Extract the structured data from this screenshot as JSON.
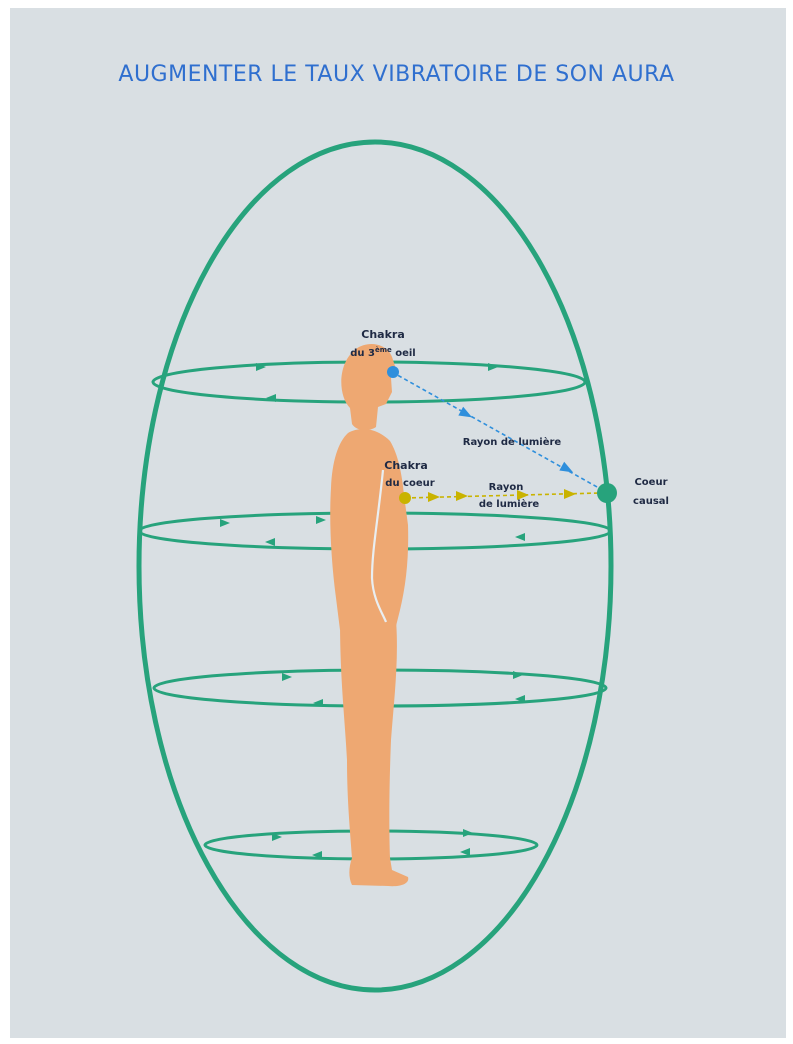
{
  "title": "AUGMENTER LE TAUX VIBRATOIRE DE SON AURA",
  "labels": {
    "third_eye_line1": "Chakra",
    "third_eye_line2": "du 3",
    "third_eye_sup": "ème",
    "third_eye_line2b": " oeil",
    "ray_light_1": "Rayon de lumière",
    "heart_line1": "Chakra",
    "heart_line2": "du coeur",
    "ray2_line1": "Rayon",
    "ray2_line2": "de lumière",
    "causal_line1": "Coeur",
    "causal_line2": "causal"
  },
  "colors": {
    "aura": "#27a37c",
    "body": "#eea872",
    "third_eye": "#2f8fdc",
    "heart": "#c9b300",
    "title": "#2f6fcf"
  }
}
